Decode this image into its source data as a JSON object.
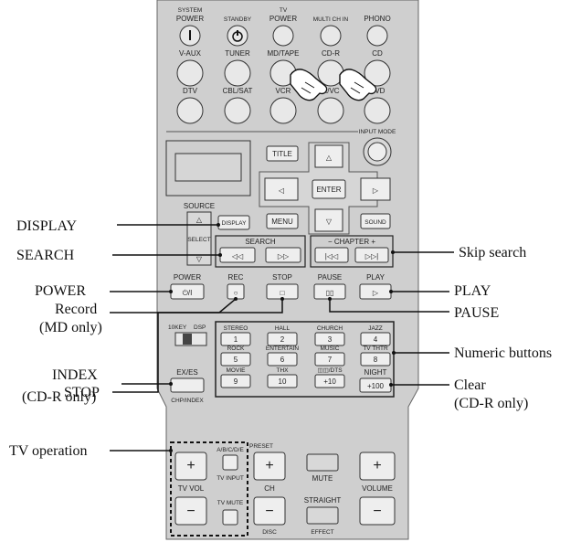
{
  "remote": {
    "top_labels": {
      "system_power": [
        "SYSTEM",
        "POWER"
      ],
      "standby": "STANDBY",
      "tv_power": [
        "TV",
        "POWER"
      ],
      "multi_ch_in": "MULTI CH IN",
      "phono": "PHONO"
    },
    "input_labels": {
      "v_aux": "V-AUX",
      "tuner": "TUNER",
      "md_tape": "MD/TAPE",
      "cd_r": "CD-R",
      "cd": "CD",
      "dtv": "DTV",
      "cbl_sat": "CBL/SAT",
      "vcr": "VCR",
      "dvr_vcr2": "R/VC",
      "dvd": "DVD"
    },
    "input_mode": "INPUT MODE",
    "nav": {
      "title": "TITLE",
      "enter": "ENTER",
      "menu": "MENU",
      "display": "DISPLAY",
      "sound": "SOUND",
      "up": "△",
      "down": "▽",
      "left": "◁",
      "right": "▷"
    },
    "source": {
      "label": "SOURCE",
      "select": "SELECT",
      "up": "△",
      "down": "▽"
    },
    "search": {
      "label": "SEARCH",
      "rew": "◁◁",
      "ff": "▷▷"
    },
    "chapter": {
      "label": "− CHAPTER +",
      "prev": "|◁◁",
      "next": "▷▷|"
    },
    "transport": {
      "power": "POWER",
      "power_sym": "⏻/I",
      "rec": "REC",
      "rec_sym": "○",
      "stop": "STOP",
      "stop_sym": "□",
      "pause": "PAUSE",
      "pause_sym": "▯▯",
      "play": "PLAY",
      "play_sym": "▷"
    },
    "tenkey": "10KEY",
    "dsp": "DSP",
    "numeric": [
      {
        "label": "STEREO",
        "num": "1"
      },
      {
        "label": "HALL",
        "num": "2"
      },
      {
        "label": "CHURCH",
        "num": "3"
      },
      {
        "label": "JAZZ",
        "num": "4"
      },
      {
        "label": "ROCK",
        "num": "5"
      },
      {
        "label": "ENTERTAIN",
        "num": "6"
      },
      {
        "label": "MUSIC",
        "num": "7"
      },
      {
        "label": "TV THTR",
        "num": "8"
      },
      {
        "label": "MOVIE",
        "num": "9"
      },
      {
        "label": "THX",
        "num": "10"
      },
      {
        "label": "◫◫/DTS",
        "num": "+10"
      }
    ],
    "night": "NIGHT",
    "night_num": "+100",
    "ex_es": "EX/ES",
    "chp_index": "CHP/INDEX",
    "tv": {
      "abcde": "A/B/C/D/E",
      "tv_input": "TV INPUT",
      "tv_mute": "TV MUTE",
      "tv_vol": "TV VOL",
      "plus": "+",
      "minus": "−"
    },
    "bottom": {
      "preset": "PRESET",
      "ch": "CH",
      "disc": "DISC",
      "mute": "MUTE",
      "straight": "STRAIGHT",
      "effect": "EFFECT",
      "volume": "VOLUME",
      "plus": "+",
      "minus": "−"
    }
  },
  "callouts": {
    "display": "DISPLAY",
    "search": "SEARCH",
    "power": "POWER",
    "record": "Record",
    "md_only": "(MD only)",
    "stop": "STOP",
    "index": "INDEX",
    "index_sub": "(CD-R only)",
    "tv_operation": "TV operation",
    "skip_search": "Skip search",
    "play": "PLAY",
    "pause": "PAUSE",
    "numeric_buttons": "Numeric buttons",
    "clear": "Clear",
    "clear_sub": "(CD-R only)"
  }
}
